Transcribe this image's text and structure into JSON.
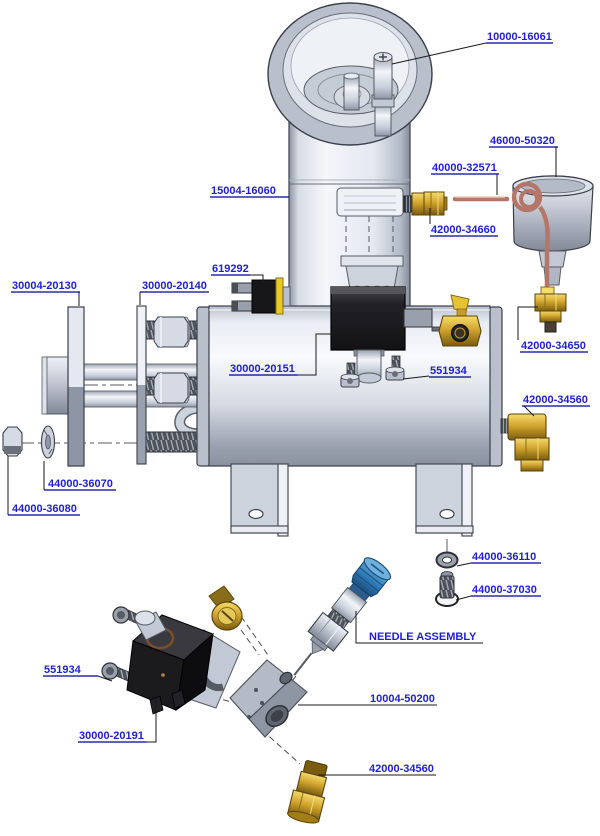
{
  "diagram": {
    "type": "exploded-parts-diagram",
    "labels": [
      {
        "id": "l0",
        "text": "10000-16061"
      },
      {
        "id": "l1",
        "text": "46000-50320"
      },
      {
        "id": "l2",
        "text": "40000-32571"
      },
      {
        "id": "l3",
        "text": "15004-16060"
      },
      {
        "id": "l4",
        "text": "42000-34660"
      },
      {
        "id": "l5",
        "text": "619292"
      },
      {
        "id": "l6",
        "text": "30004-20130"
      },
      {
        "id": "l7",
        "text": "30000-20140"
      },
      {
        "id": "l8",
        "text": "42000-34650"
      },
      {
        "id": "l9",
        "text": "30000-20151"
      },
      {
        "id": "l10",
        "text": "551934"
      },
      {
        "id": "l11",
        "text": "42000-34560"
      },
      {
        "id": "l12",
        "text": "44000-36070"
      },
      {
        "id": "l13",
        "text": "44000-36080"
      },
      {
        "id": "l14",
        "text": "44000-36110"
      },
      {
        "id": "l15",
        "text": "44000-37030"
      },
      {
        "id": "l16",
        "text": "NEEDLE ASSEMBLY"
      },
      {
        "id": "l17",
        "text": "551934"
      },
      {
        "id": "l18",
        "text": "10004-50200"
      },
      {
        "id": "l19",
        "text": "30000-20191"
      },
      {
        "id": "l20",
        "text": "42000-34560"
      }
    ],
    "colors": {
      "label_text": "#1f1fd0",
      "label_underline": "#00009c",
      "leader_line": "#1a1a1a",
      "brass": "#d9b13b",
      "copper": "#b5766a",
      "steel_light": "#e8ecf2",
      "steel_dark": "#8e95a4",
      "solenoid_black": "#1b1b1e",
      "needle_cap_blue": "#2e7cb8",
      "thermostat_yellow": "#e8c91f"
    }
  }
}
